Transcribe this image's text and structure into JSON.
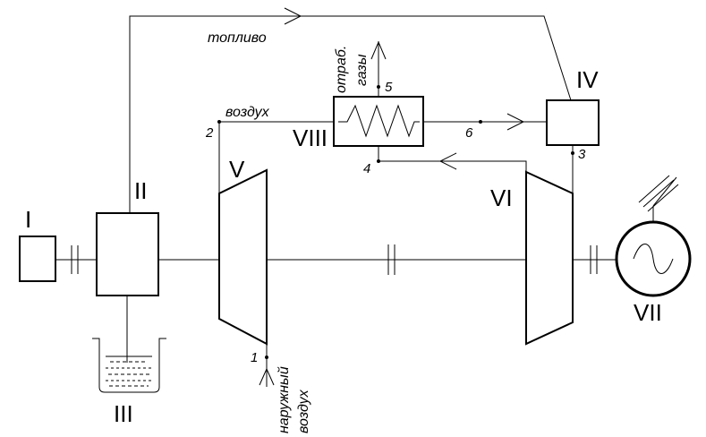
{
  "components": {
    "starter": "I",
    "fuel_pump": "II",
    "fuel_tank": "III",
    "combustion_chamber": "IV",
    "compressor": "V",
    "turbine": "VI",
    "generator": "VII",
    "regenerator": "VIII"
  },
  "points": {
    "p1": "1",
    "p2": "2",
    "p3": "3",
    "p4": "4",
    "p5": "5",
    "p6": "6"
  },
  "labels": {
    "fuel": "топливо",
    "air": "воздух",
    "exhaust_line1": "отраб.",
    "exhaust_line2": "газы",
    "outside_air_line1": "наружный",
    "outside_air_line2": "воздух"
  }
}
